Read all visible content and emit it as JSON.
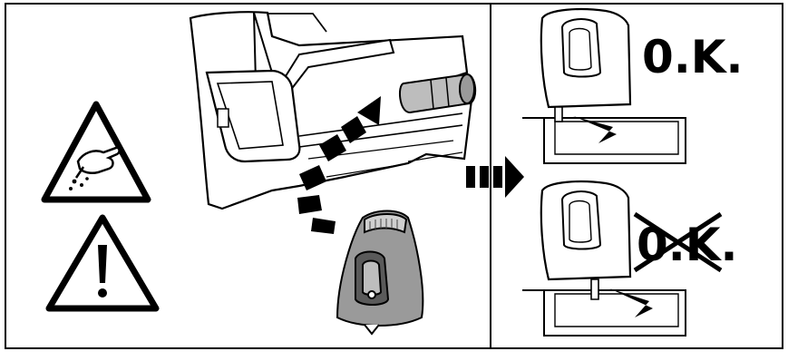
{
  "labels": {
    "ok": "0.K.",
    "not_ok": "0.K."
  },
  "icons": {
    "hazard_warning": "hand-cut-warning-icon",
    "general_warning": "exclamation-warning-icon",
    "direction_arrow": "large-arrow-right-icon",
    "insertion_arrow": "curved-insertion-arrow-icon",
    "pointer_arrow": "pointer-arrow-icon",
    "strike_mark": "strike-through-x"
  },
  "colors": {
    "line": "#000000",
    "fill_light": "#ffffff",
    "fill_gray": "#9a9a9a",
    "fill_dark_gray": "#5a5a5a"
  }
}
